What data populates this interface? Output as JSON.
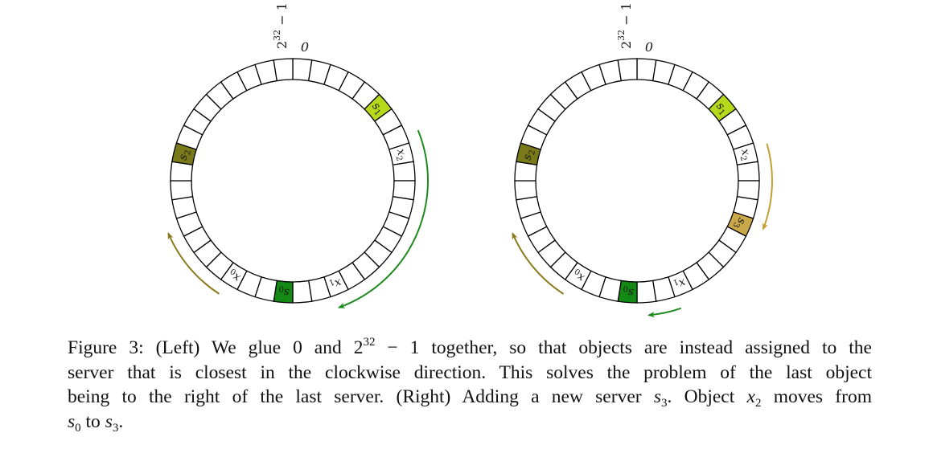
{
  "figure": {
    "rings": [
      {
        "id": "left",
        "top_label": "2^32 − 1",
        "top_label_base": "2",
        "top_label_exp": "32",
        "top_label_rest": " − 1",
        "zero_label": "0",
        "segment_count": 40,
        "segments": [
          {
            "index": 5,
            "base": "s",
            "sub": "1",
            "fill": "#b8d81c"
          },
          {
            "index": 8,
            "base": "x",
            "sub": "2",
            "fill": "#ffffff"
          },
          {
            "index": 17,
            "base": "x",
            "sub": "1",
            "fill": "#ffffff"
          },
          {
            "index": 20,
            "base": "s",
            "sub": "0",
            "fill": "#138a13"
          },
          {
            "index": 23,
            "base": "x",
            "sub": "0",
            "fill": "#ffffff"
          },
          {
            "index": 31,
            "base": "s",
            "sub": "2",
            "fill": "#7a7a1a"
          }
        ],
        "arrows": [
          {
            "from_deg": 68,
            "to_deg": 160,
            "color": "#1f8a1f"
          },
          {
            "from_deg": 213,
            "to_deg": 247,
            "color": "#8a7a1a"
          }
        ]
      },
      {
        "id": "right",
        "top_label": "2^32 − 1",
        "top_label_base": "2",
        "top_label_exp": "32",
        "top_label_rest": " − 1",
        "zero_label": "0",
        "segment_count": 40,
        "segments": [
          {
            "index": 5,
            "base": "s",
            "sub": "1",
            "fill": "#b8d81c"
          },
          {
            "index": 8,
            "base": "x",
            "sub": "2",
            "fill": "#ffffff"
          },
          {
            "index": 12,
            "base": "s",
            "sub": "3",
            "fill": "#c9a84a"
          },
          {
            "index": 17,
            "base": "x",
            "sub": "1",
            "fill": "#ffffff"
          },
          {
            "index": 20,
            "base": "s",
            "sub": "0",
            "fill": "#138a13"
          },
          {
            "index": 23,
            "base": "x",
            "sub": "0",
            "fill": "#ffffff"
          },
          {
            "index": 31,
            "base": "s",
            "sub": "2",
            "fill": "#7a7a1a"
          }
        ],
        "arrows": [
          {
            "from_deg": 74,
            "to_deg": 111,
            "color": "#c2a032"
          },
          {
            "from_deg": 161,
            "to_deg": 175,
            "color": "#1f8a1f"
          },
          {
            "from_deg": 213,
            "to_deg": 247,
            "color": "#8a7a1a"
          }
        ]
      }
    ]
  },
  "caption": {
    "line1_a": "Figure 3: (Left) We glue 0 and 2",
    "line1_exp": "32",
    "line1_b": " − 1 together, so that objects are instead assigned to the",
    "line2": "server that is closest in the clockwise direction.  This solves the problem of the last object",
    "line3_a": "being to the right of the last server. (Right) Adding a new server ",
    "line3_var": "s",
    "line3_sub": "3",
    "line3_b": ". Object ",
    "line3_var2": "x",
    "line3_sub2": "2",
    "line3_c": " moves from",
    "line4_var": "s",
    "line4_sub": "0",
    "line4_a": " to ",
    "line4_var2": "s",
    "line4_sub2": "3",
    "line4_b": "."
  }
}
